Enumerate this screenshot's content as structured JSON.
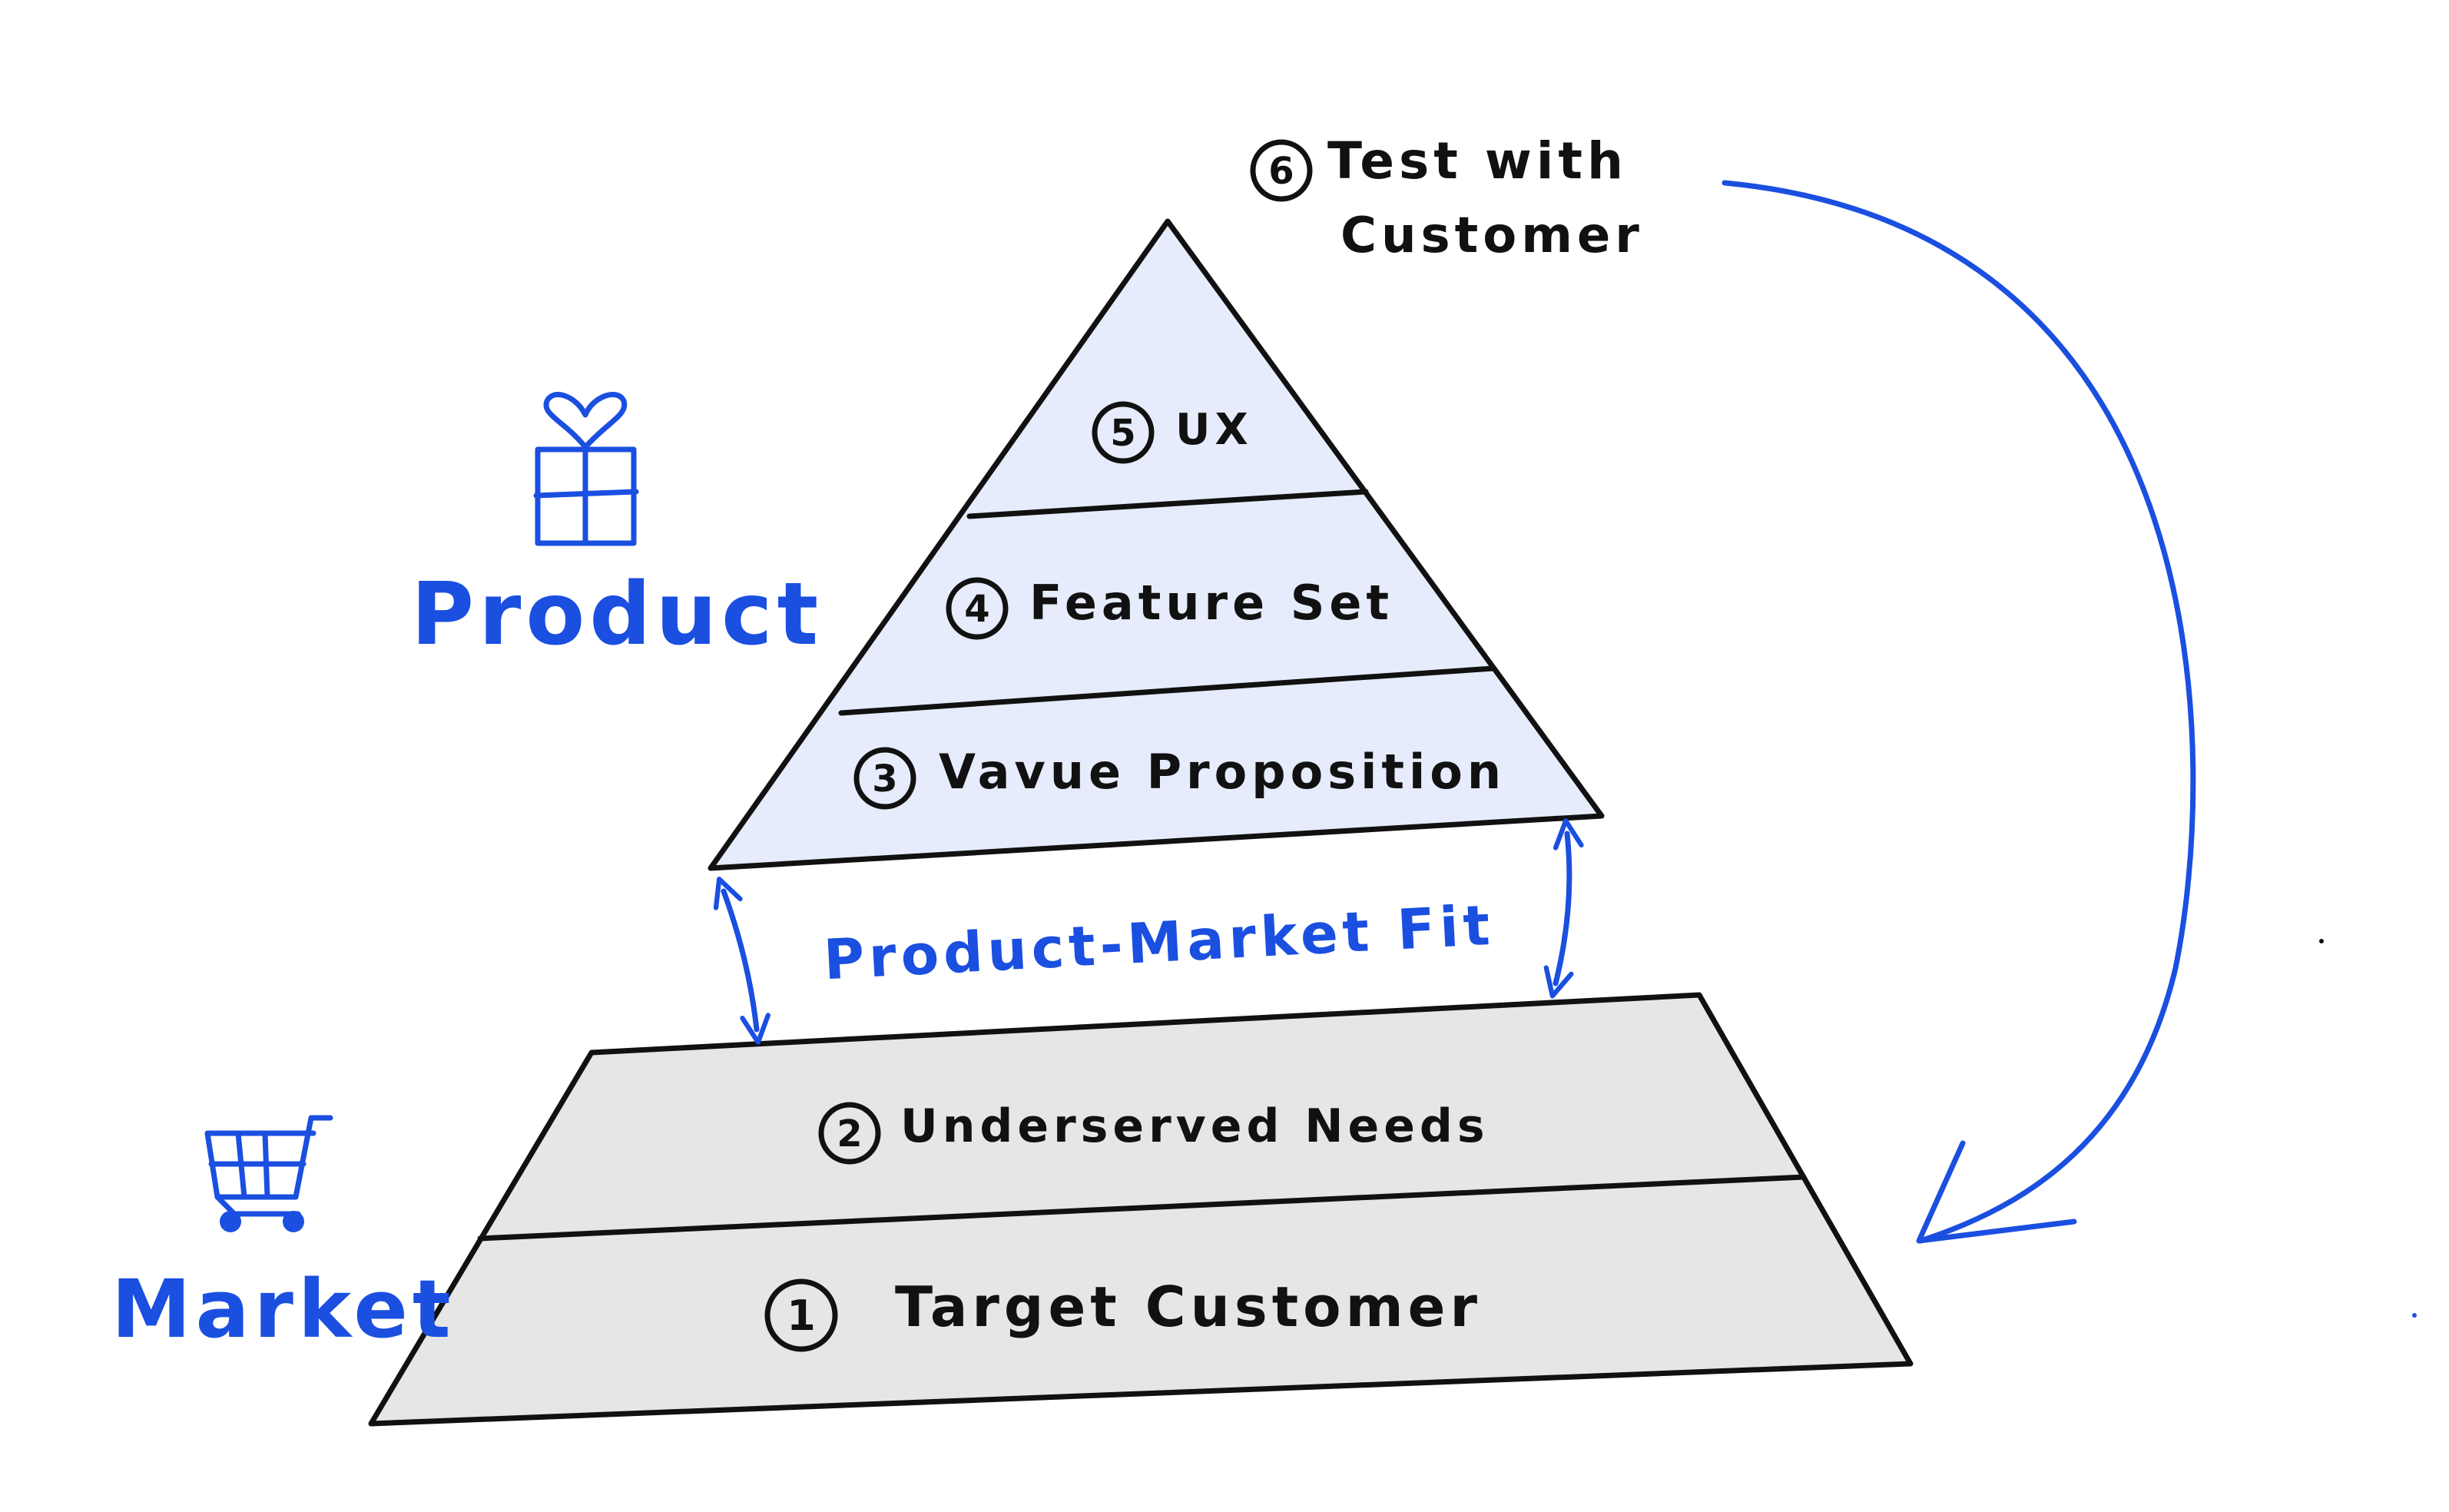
{
  "colors": {
    "ink": "#111111",
    "accent_blue": "#1a4fe0",
    "product_fill": "#e6ecfb",
    "market_fill": "#e6e6e6",
    "background": "#ffffff"
  },
  "icons": {
    "product": "gift-icon",
    "market": "shopping-cart-icon"
  },
  "groups": {
    "product_label": "Product",
    "market_label": "Market",
    "fit_label": "Product-Market Fit"
  },
  "product_layers": [
    {
      "num": "5",
      "label": "UX"
    },
    {
      "num": "4",
      "label": "Feature Set"
    },
    {
      "num": "3",
      "label": "Vavue Proposition"
    }
  ],
  "market_layers": [
    {
      "num": "2",
      "label": "Underserved Needs"
    },
    {
      "num": "1",
      "label": "Target Customer"
    }
  ],
  "test_step": {
    "num": "6",
    "line1": "Test with",
    "line2": "Customer"
  }
}
